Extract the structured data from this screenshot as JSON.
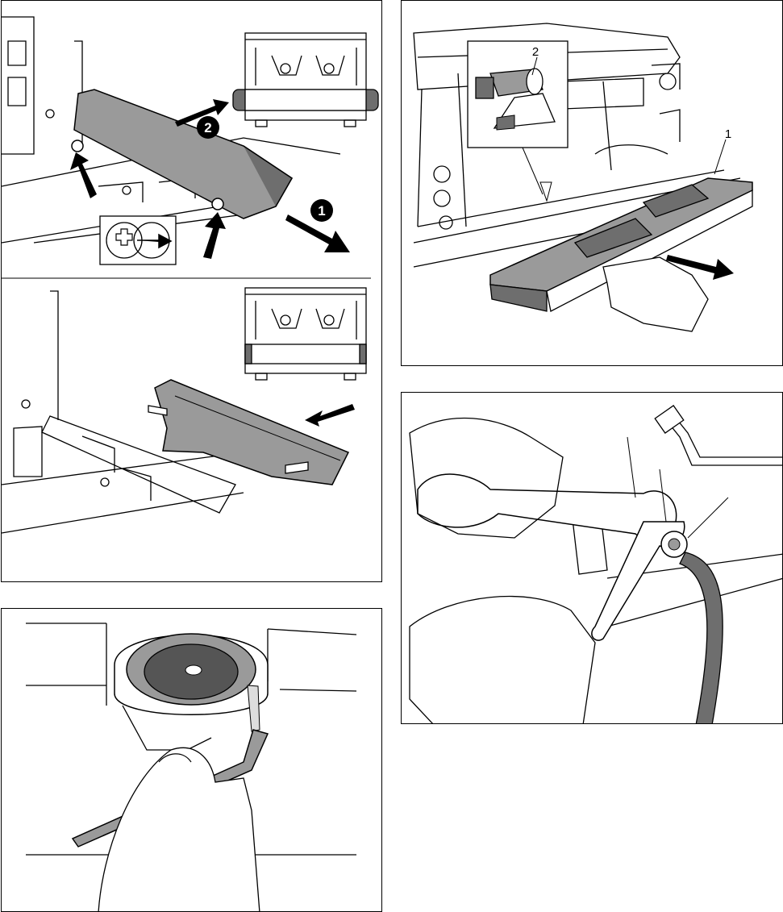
{
  "panel_top_left": {
    "step_one": "1",
    "step_two": "2"
  },
  "panel_top_right": {
    "callout_1": "1",
    "callout_2": "2"
  },
  "colors": {
    "line": "#000000",
    "part_fill": "#9a9a9a",
    "dark_fill": "#6e6e6e",
    "paper": "#ffffff"
  }
}
